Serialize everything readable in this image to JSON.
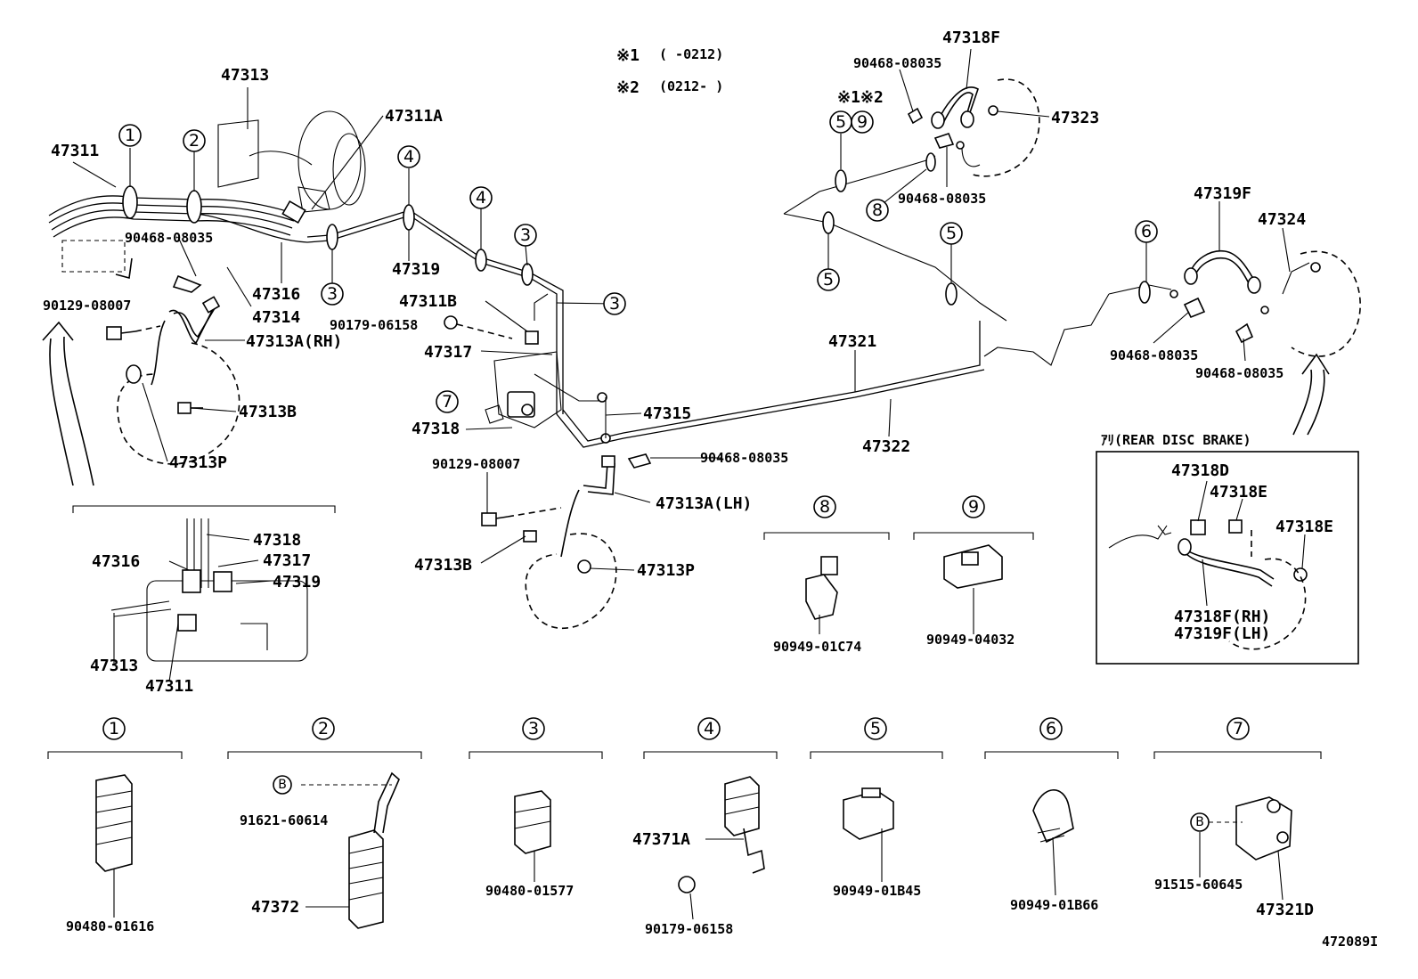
{
  "legend": {
    "note1_mark": "※1",
    "note1_range": "(    -0212)",
    "note2_mark": "※2",
    "note2_range": "(0212-     )",
    "combo_mark": "※1※2"
  },
  "callout_numbers": [
    "1",
    "2",
    "3",
    "4",
    "5",
    "6",
    "7",
    "8",
    "9"
  ],
  "clip_letter": "B",
  "rear_disc_title": "ｱﾘ(REAR DISC BRAKE)",
  "catalog_number": "472089I",
  "parts": {
    "p47311": "47311",
    "p47313": "47313",
    "p47311A": "47311A",
    "p47319": "47319",
    "p47316": "47316",
    "p47314": "47314",
    "p47313A_RH": "47313A(RH)",
    "p47313B": "47313B",
    "p47313P": "47313P",
    "p47311B": "47311B",
    "p47317": "47317",
    "p47318": "47318",
    "p47315": "47315",
    "p47321": "47321",
    "p47322": "47322",
    "p47318F": "47318F",
    "p47323": "47323",
    "p47319F": "47319F",
    "p47324": "47324",
    "p47313A_LH": "47313A(LH)",
    "p47318D": "47318D",
    "p47318E": "47318E",
    "p47318F_RH": "47318F(RH)",
    "p47319F_LH": "47319F(LH)",
    "p47371A": "47371A",
    "p47372": "47372",
    "p47321D": "47321D",
    "c90468": "90468-08035",
    "c90129": "90129-08007",
    "c90179": "90179-06158",
    "c90949_01C74": "90949-01C74",
    "c90949_04032": "90949-04032",
    "c90480_01616": "90480-01616",
    "c91621": "91621-60614",
    "c90480_01577": "90480-01577",
    "c90949_01B45": "90949-01B45",
    "c90949_01B66": "90949-01B66",
    "c91515": "91515-60645"
  }
}
